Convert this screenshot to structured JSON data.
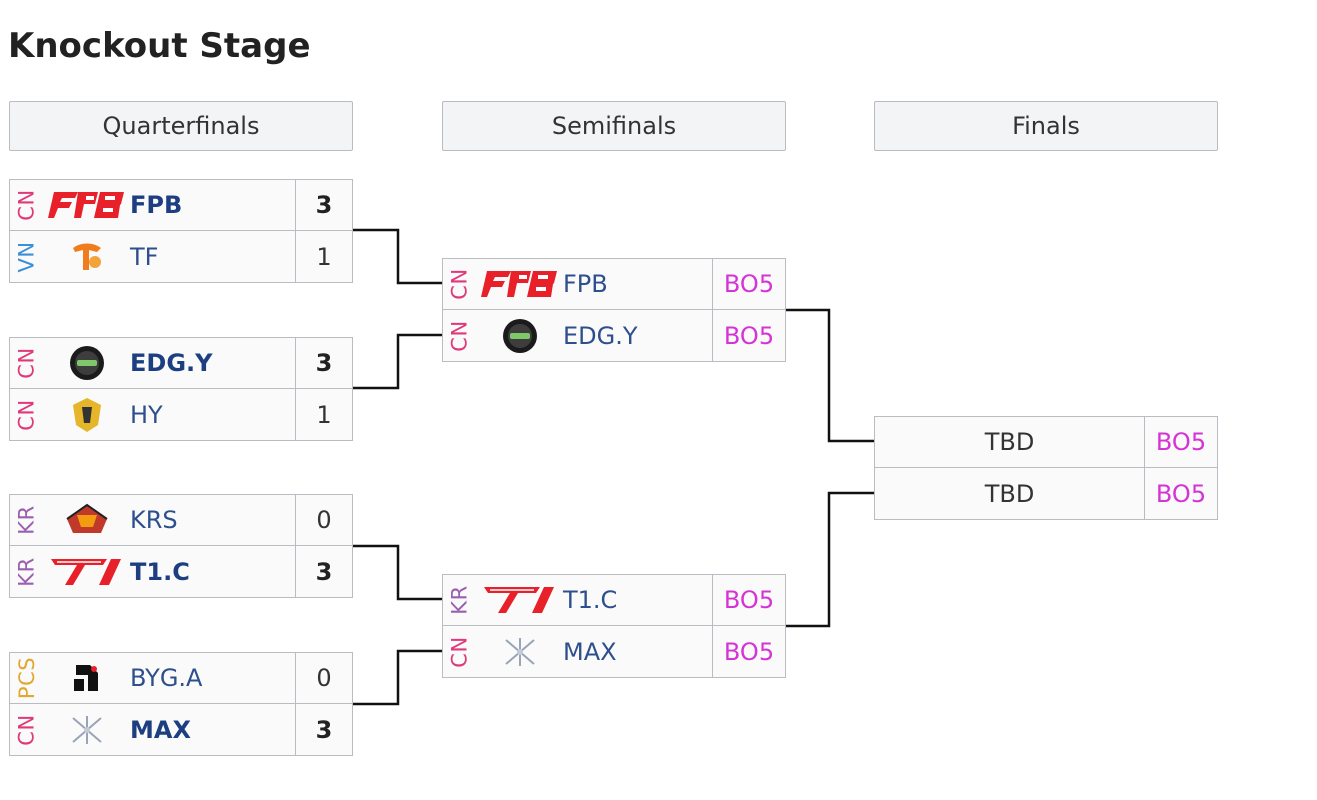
{
  "page": {
    "title": "Knockout Stage"
  },
  "rounds": [
    {
      "label": "Quarterfinals"
    },
    {
      "label": "Semifinals"
    },
    {
      "label": "Finals"
    }
  ],
  "colors": {
    "CN": "#e0397a",
    "VN": "#3b8fd6",
    "KR": "#9b5fb0",
    "PCS": "#e3a72f",
    "bo_text": "#d633d6",
    "connector": "#111111"
  },
  "quarterfinals": [
    {
      "teams": [
        {
          "region": "CN",
          "logo": "fpb-logo",
          "name": "FPB",
          "score": "3",
          "win": true
        },
        {
          "region": "VN",
          "logo": "tf-logo",
          "name": "TF",
          "score": "1",
          "win": false
        }
      ]
    },
    {
      "teams": [
        {
          "region": "CN",
          "logo": "edgy-logo",
          "name": "EDG.Y",
          "score": "3",
          "win": true
        },
        {
          "region": "CN",
          "logo": "hy-logo",
          "name": "HY",
          "score": "1",
          "win": false
        }
      ]
    },
    {
      "teams": [
        {
          "region": "KR",
          "logo": "krs-logo",
          "name": "KRS",
          "score": "0",
          "win": false
        },
        {
          "region": "KR",
          "logo": "t1c-logo",
          "name": "T1.C",
          "score": "3",
          "win": true
        }
      ]
    },
    {
      "teams": [
        {
          "region": "PCS",
          "logo": "byga-logo",
          "name": "BYG.A",
          "score": "0",
          "win": false
        },
        {
          "region": "CN",
          "logo": "max-logo",
          "name": "MAX",
          "score": "3",
          "win": true
        }
      ]
    }
  ],
  "semifinals": [
    {
      "teams": [
        {
          "region": "CN",
          "logo": "fpb-logo",
          "name": "FPB",
          "score": "BO5"
        },
        {
          "region": "CN",
          "logo": "edgy-logo",
          "name": "EDG.Y",
          "score": "BO5"
        }
      ]
    },
    {
      "teams": [
        {
          "region": "KR",
          "logo": "t1c-logo",
          "name": "T1.C",
          "score": "BO5"
        },
        {
          "region": "CN",
          "logo": "max-logo",
          "name": "MAX",
          "score": "BO5"
        }
      ]
    }
  ],
  "finals": [
    {
      "teams": [
        {
          "name": "TBD",
          "score": "BO5"
        },
        {
          "name": "TBD",
          "score": "BO5"
        }
      ]
    }
  ]
}
